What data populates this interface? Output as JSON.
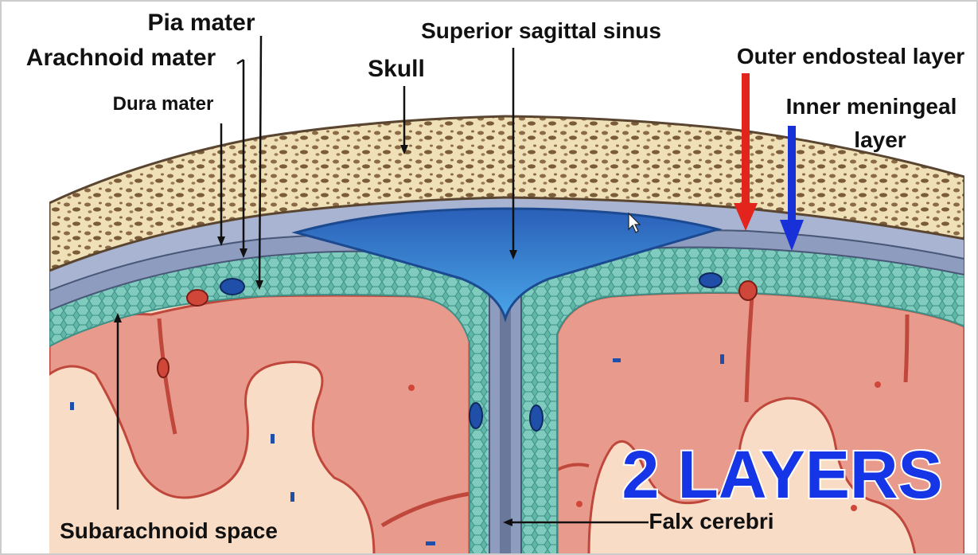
{
  "labels": {
    "pia_mater": "Pia mater",
    "arachnoid_mater": "Arachnoid mater",
    "dura_mater": "Dura mater",
    "skull": "Skull",
    "superior_sagittal_sinus": "Superior sagittal sinus",
    "outer_endosteal_layer": "Outer endosteal layer",
    "inner_meningeal_line1": "Inner meningeal",
    "inner_meningeal_line2": "layer",
    "subarachnoid_space": "Subarachnoid space",
    "falx_cerebri": "Falx cerebri"
  },
  "overlay_title": "2 LAYERS",
  "colors": {
    "bone": "#efe0b8",
    "bone_pores": "#8a6b45",
    "dura": "#8e9cc0",
    "sinus": "#2f78d0",
    "subarachnoid": "#5fb7a8",
    "cortex": "#e89a8c",
    "white_matter": "#f8dcc6",
    "vessel": "#d0473a",
    "outer_arrow": "#e3241c",
    "inner_arrow": "#1730d8",
    "overlay_text": "#1535e6"
  }
}
